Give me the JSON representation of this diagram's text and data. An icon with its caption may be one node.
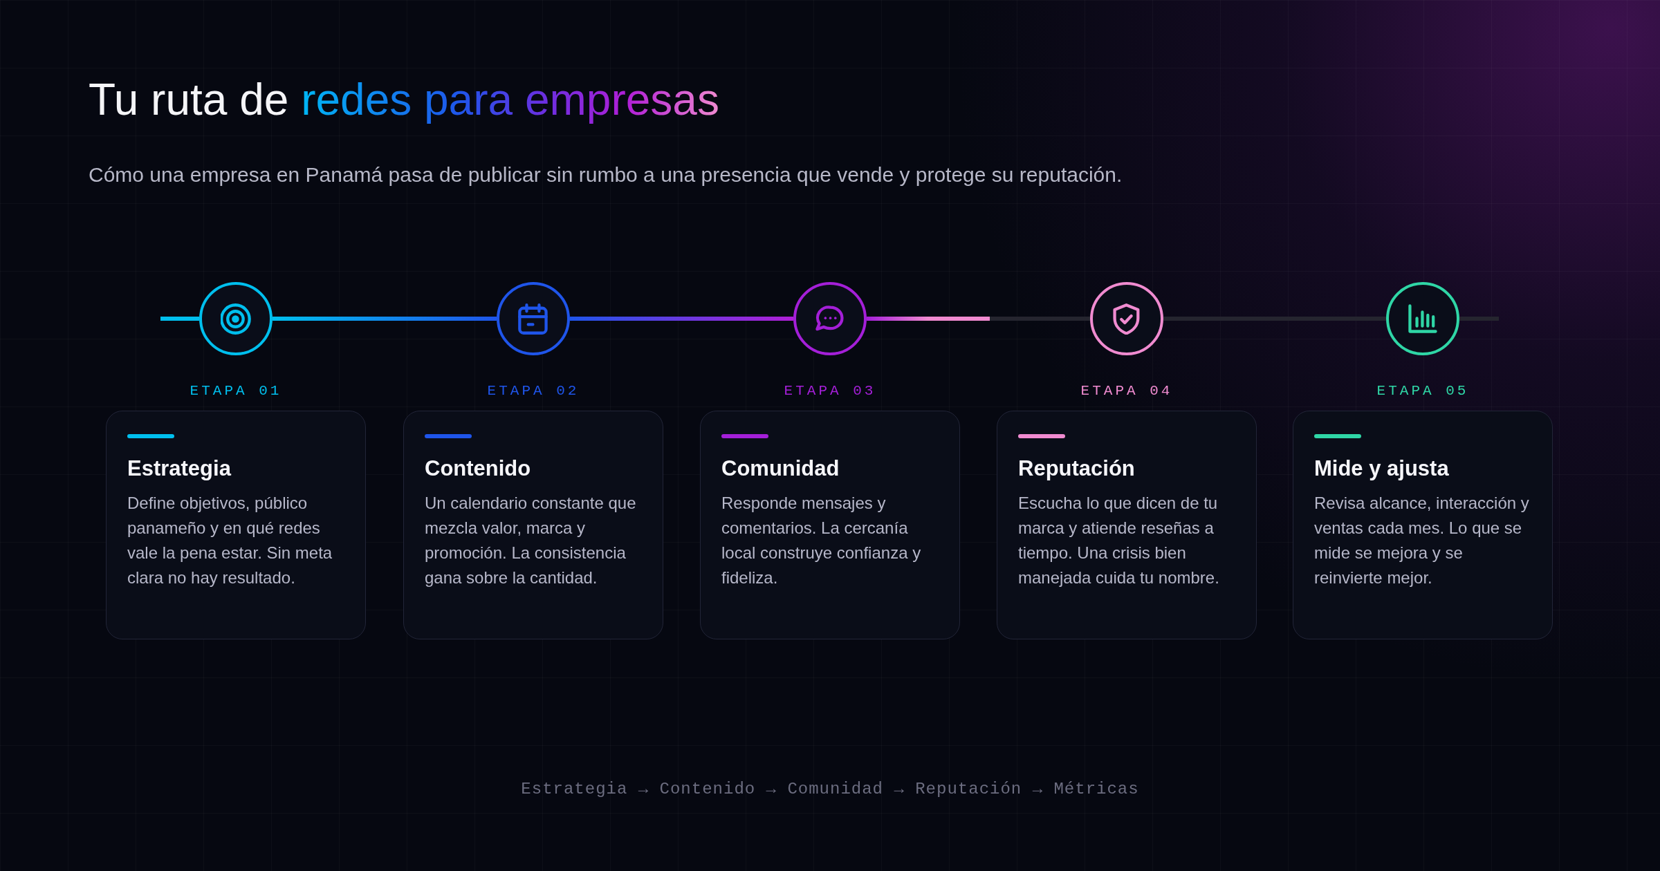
{
  "diagram": {
    "title": "Tu ruta de **redes para empresas**",
    "nodes": [
      {
        "text": [],
        "shape": "circle"
      },
      {
        "text": [],
        "shape": "circle"
      },
      {
        "text": [],
        "shape": "circle"
      },
      {
        "text": [],
        "shape": "circle"
      },
      {
        "text": [],
        "shape": "circle"
      },
      {
        "text": [
          "ETAPA 01",
          "Estrategia",
          "Define objetivos, público panameño y en qué redes vale la pena estar. Sin meta clara no hay resultado."
        ]
      },
      {
        "text": [
          "ETAPA 02",
          "Contenido",
          "Un calendario constante que mezcla valor, marca y promoción. La consistencia gana sobre la cantidad."
        ]
      },
      {
        "text": [
          "ETAPA 03",
          "Comunidad",
          "Responde mensajes y comentarios. La cercanía local construye confianza y fideliza."
        ]
      },
      {
        "text": [
          "ETAPA 04",
          "Reputación",
          "Escucha lo que dicen de tu marca y atiende reseñas a tiempo. Una crisis bien manejada cuida tu nombre."
        ]
      },
      {
        "text": [
          "ETAPA 05",
          "Mide y ajusta",
          "Revisa alcance, interacción y ventas cada mes. Lo que se mide se mejora y se reinvierte mejor."
        ]
      }
    ],
    "edges": [
      {
        "from": null,
        "to": 0,
        "arrow": "none",
        "color": "#00bfee"
      },
      {
        "from": 0,
        "to": 1,
        "arrow": "none",
        "color": "#1f55ea"
      },
      {
        "from": 1,
        "to": 2,
        "arrow": "none",
        "color": "#b01fd6"
      },
      {
        "from": 2,
        "to": 3,
        "arrow": "none",
        "color": "#f08ad0"
      },
      {
        "from": 3,
        "to": 4,
        "arrow": "none",
        "color": "#25252f"
      },
      {
        "from": 4,
        "to": null,
        "arrow": "none",
        "color": "#25252f"
      }
    ],
    "labels": [
      "Cómo una empresa en Panamá pasa de publicar sin rumbo a una presencia que vende y protege su reputación.",
      "Estrategia → Contenido → Comunidad → Reputación → Métricas"
    ]
  }
}
